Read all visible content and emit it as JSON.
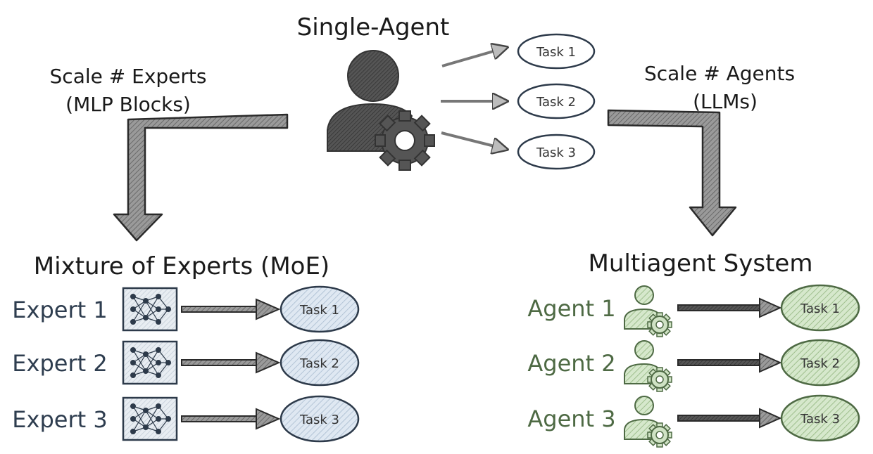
{
  "single_agent": {
    "title": "Single-Agent",
    "icon": "user-gear-icon",
    "tasks": [
      "Task 1",
      "Task 2",
      "Task 3"
    ]
  },
  "scale_experts": {
    "line1": "Scale # Experts",
    "line2": "(MLP Blocks)"
  },
  "scale_agents": {
    "line1": "Scale # Agents",
    "line2": "(LLMs)"
  },
  "moe": {
    "title": "Mixture of Experts (MoE)",
    "rows": [
      {
        "label": "Expert 1",
        "icon": "neural-network-icon",
        "task": "Task 1"
      },
      {
        "label": "Expert 2",
        "icon": "neural-network-icon",
        "task": "Task 2"
      },
      {
        "label": "Expert 3",
        "icon": "neural-network-icon",
        "task": "Task 3"
      }
    ]
  },
  "multiagent": {
    "title": "Multiagent System",
    "rows": [
      {
        "label": "Agent 1",
        "icon": "user-gear-icon",
        "task": "Task 1"
      },
      {
        "label": "Agent 2",
        "icon": "user-gear-icon",
        "task": "Task 2"
      },
      {
        "label": "Agent 3",
        "icon": "user-gear-icon",
        "task": "Task 3"
      }
    ]
  },
  "colors": {
    "expert_text": "#2e3d4f",
    "expert_fill": "#d9e3ee",
    "agent_text": "#4e6a44",
    "agent_fill": "#cfe2c4",
    "single_fill": "#4d4d4d"
  }
}
